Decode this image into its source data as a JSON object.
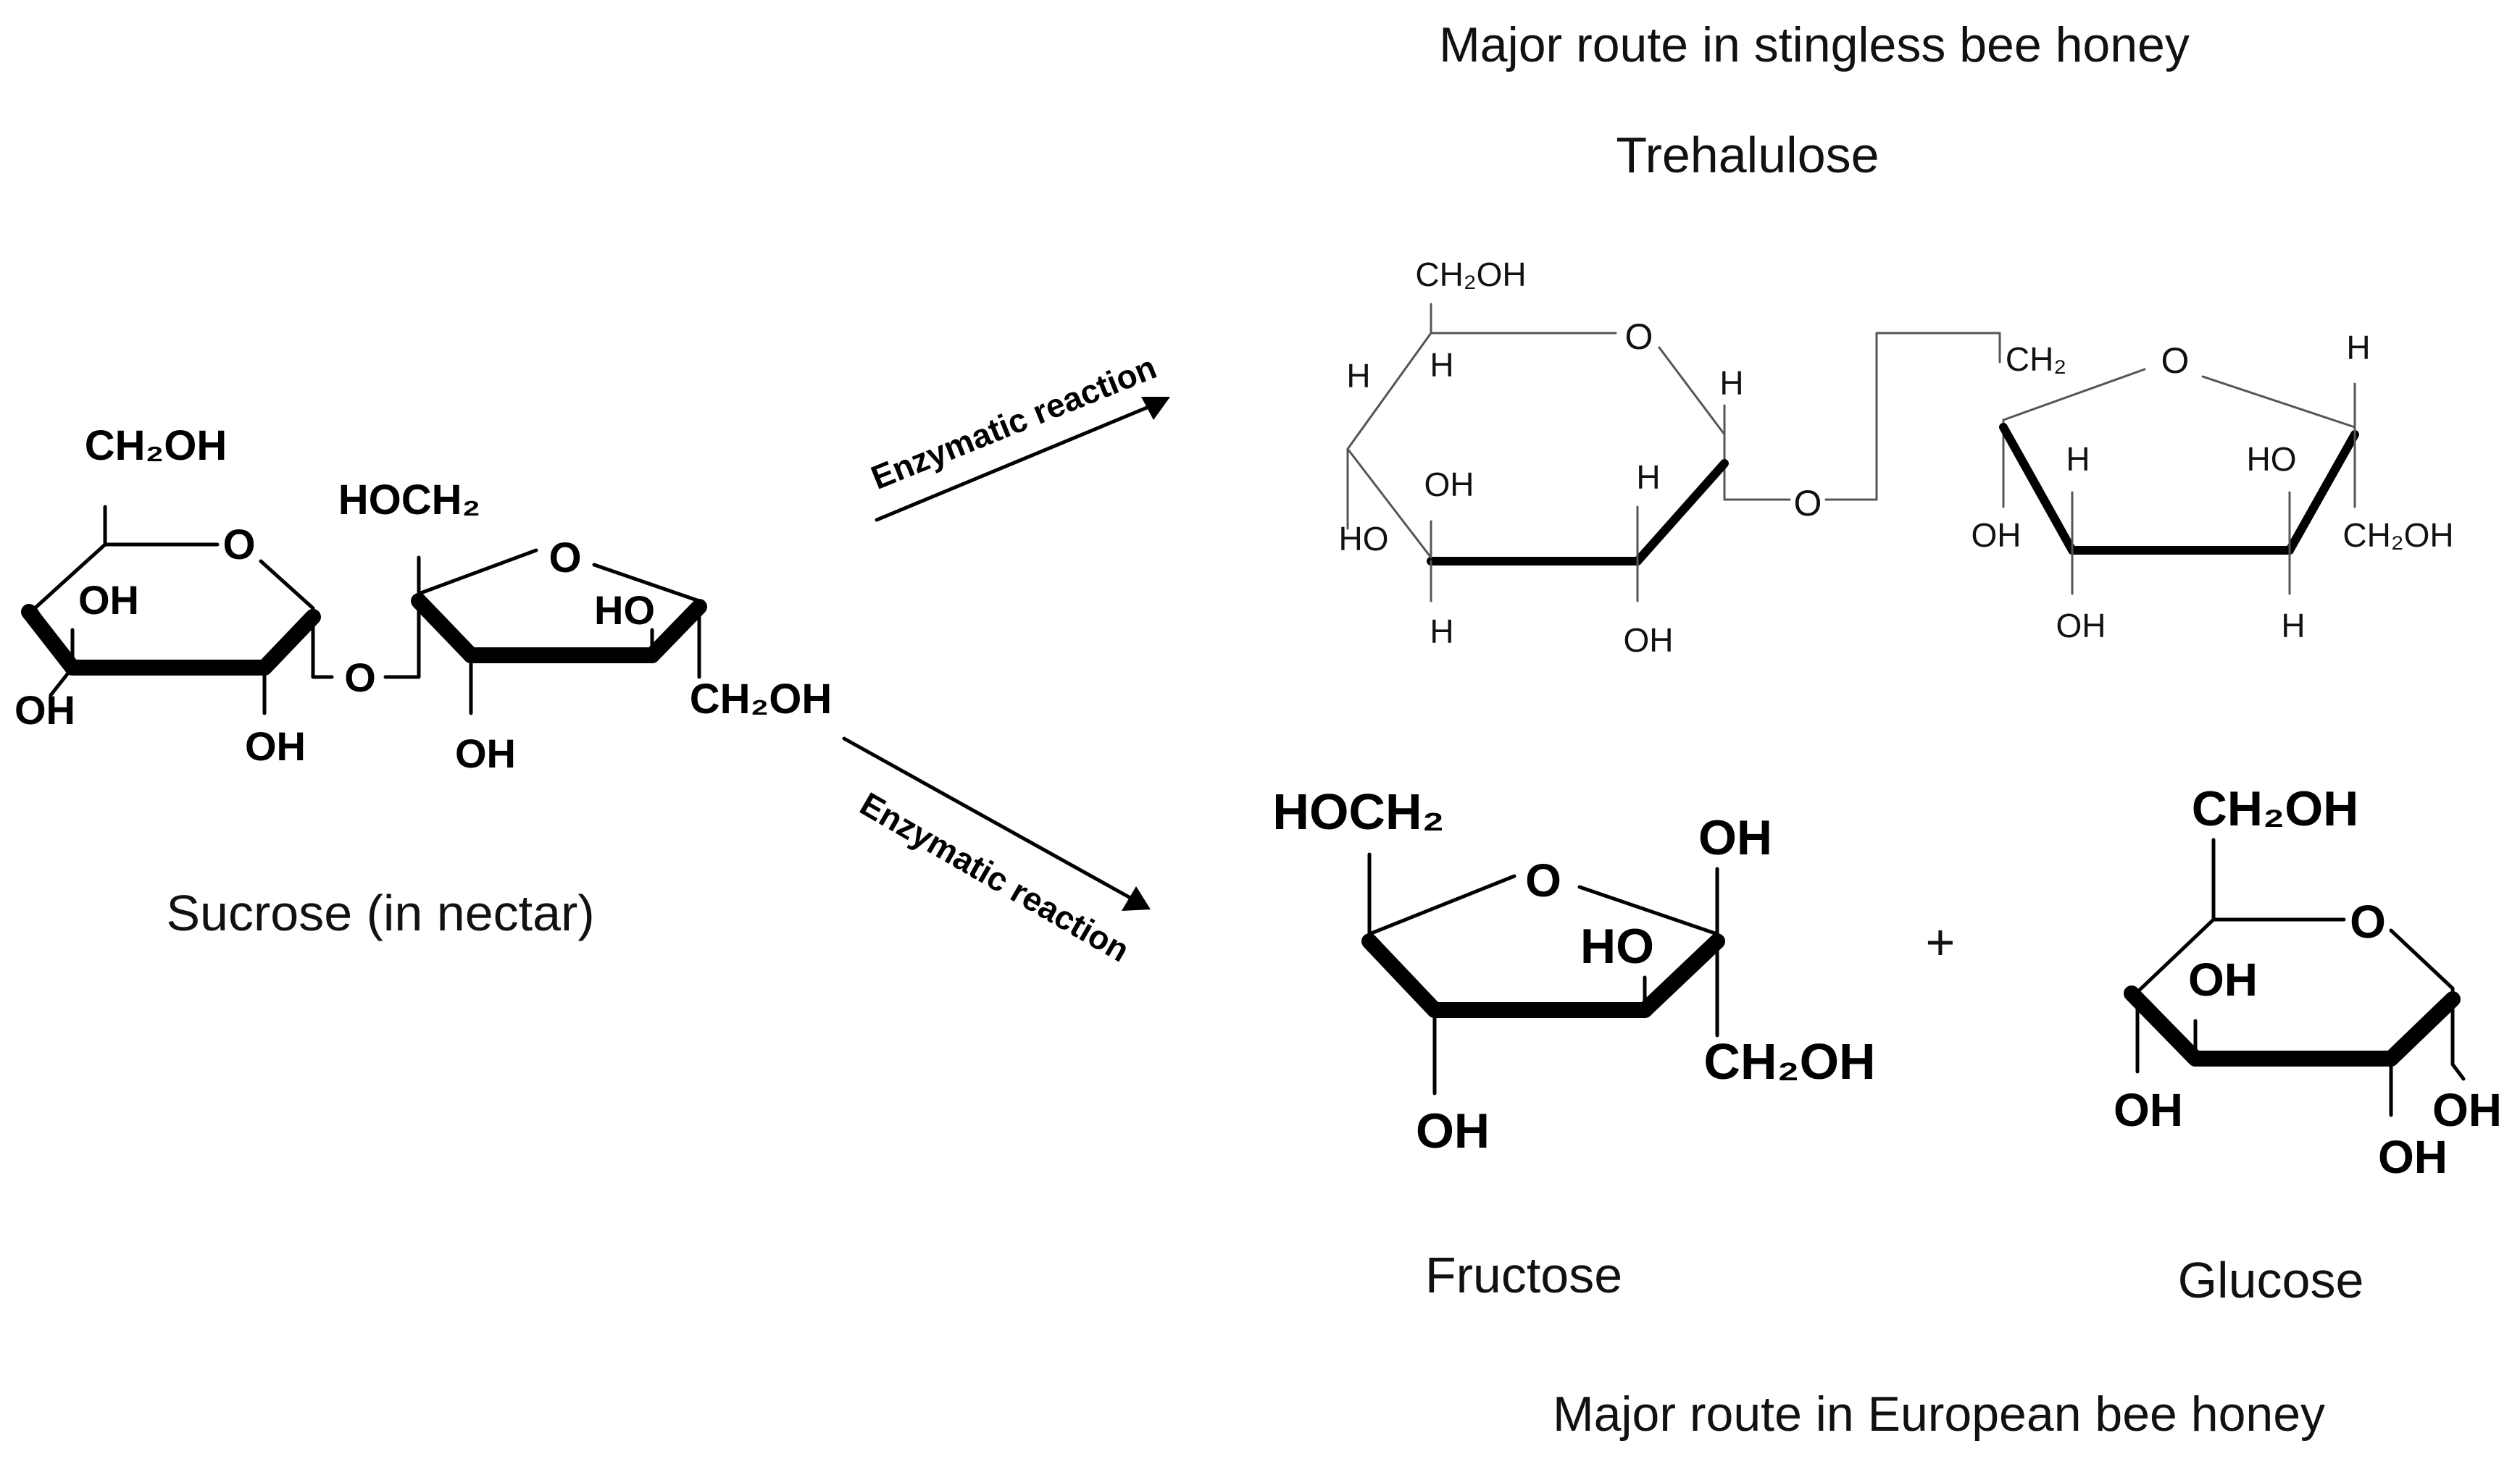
{
  "labels": {
    "sucrose": "Sucrose (in nectar)",
    "route_stingless": "Major route in stingless bee honey",
    "trehalulose": "Trehalulose",
    "fructose": "Fructose",
    "glucose": "Glucose",
    "route_european": "Major route in European bee honey",
    "plus": "+"
  },
  "reactions": {
    "upper": "Enzymatic reaction",
    "lower": "Enzymatic reaction"
  },
  "atoms": {
    "ch2oh": "CH₂OH",
    "hoch2": "HOCH₂",
    "ch2": "CH₂",
    "o": "O",
    "oh": "OH",
    "ho": "HO",
    "h": "H"
  }
}
